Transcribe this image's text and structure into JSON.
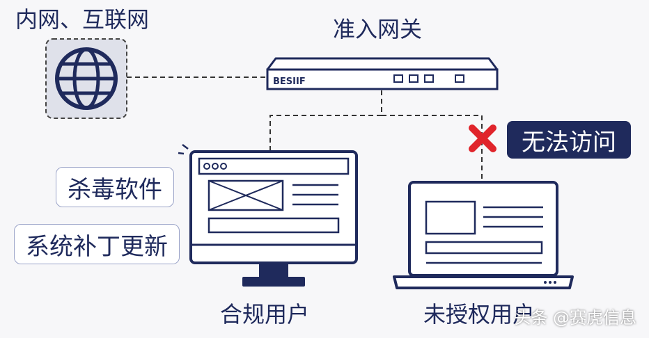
{
  "labels": {
    "internet": "内网、互联网",
    "gateway": "准入网关",
    "compliant_user": "合规用户",
    "unauthorized_user": "未授权用户",
    "deny": "无法访问",
    "antivirus": "杀毒软件",
    "patch": "系统补丁更新",
    "device_brand": "BESIIF"
  },
  "watermark": "头条 @赛虎信息",
  "colors": {
    "navy": "#1f2a5c",
    "red": "#e0242b",
    "dash": "#333333"
  },
  "icons": [
    "globe-icon",
    "gateway-device-icon",
    "desktop-monitor-icon",
    "laptop-icon",
    "deny-x-icon"
  ]
}
